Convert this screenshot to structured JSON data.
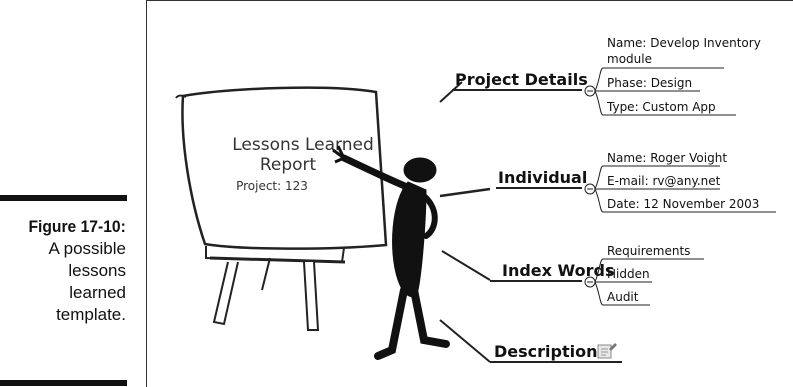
{
  "caption": {
    "number": "Figure 17-10:",
    "lines": [
      "A possible",
      "lessons",
      "learned",
      "template."
    ]
  },
  "board": {
    "title_line1": "Lessons Learned",
    "title_line2": "Report",
    "project": "Project: 123"
  },
  "branches": [
    {
      "title": "Project Details",
      "leaves": [
        "Name: Develop Inventory",
        "module",
        "Phase: Design",
        "Type: Custom App"
      ]
    },
    {
      "title": "Individual",
      "leaves": [
        "Name: Roger Voight",
        "E-mail: rv@any.net",
        "Date: 12 November 2003"
      ]
    },
    {
      "title": "Index Words",
      "leaves": [
        "Requirements",
        "Hidden",
        "Audit"
      ]
    },
    {
      "title": "Description",
      "leaves": []
    }
  ],
  "icons": {
    "description_note": "note-icon",
    "collapse": "collapse-circle-icon"
  }
}
